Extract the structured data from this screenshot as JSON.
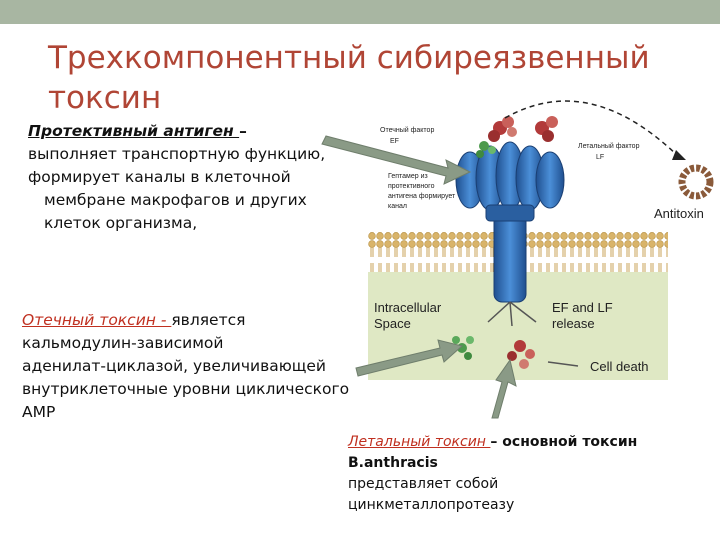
{
  "title": "Трехкомпонентный сибиреязвенный токсин",
  "protective": {
    "term": "Протективный антиген ",
    "dash": "–",
    "line1": "выполняет транспортную функцию,",
    "line2": "формирует каналы в клеточной",
    "line3": "мембране макрофагов и других",
    "line4": "клеток организма,"
  },
  "edema": {
    "term": "Отечный токсин - ",
    "line1": "является",
    "line2": "кальмодулин-зависимой",
    "line3": "аденилат-циклазой, увеличивающей",
    "line4": "внутриклеточные уровни циклического",
    "line5": "АМР"
  },
  "lethal": {
    "term": "Летальный токсин ",
    "rest": "– основной токсин",
    "line2": "B.anthracis",
    "line3": "представляет собой",
    "line4": "цинкметаллопротеазу"
  },
  "diagram": {
    "ef_label1": "Отечный фактор",
    "ef_label2": "EF",
    "lf_label1": "Летальный фактор",
    "lf_label2": "LF",
    "heptamer1": "Гептамер из",
    "heptamer2": "протективного",
    "heptamer3": "антигена формирует",
    "heptamer4": "канал",
    "antitoxin": "Antitoxin",
    "intracellular1": "Intracellular",
    "intracellular2": "Space",
    "release1": "EF and LF",
    "release2": "release",
    "cell_death": "Cell death"
  },
  "colors": {
    "topbar": "#a8b6a2",
    "title": "#b04535",
    "term_red": "#c03020",
    "arrow": "#8a9a86",
    "channel": "#2f6db5",
    "membrane_head": "#d9b46a",
    "cytoplasm": "#dfe8c4"
  }
}
